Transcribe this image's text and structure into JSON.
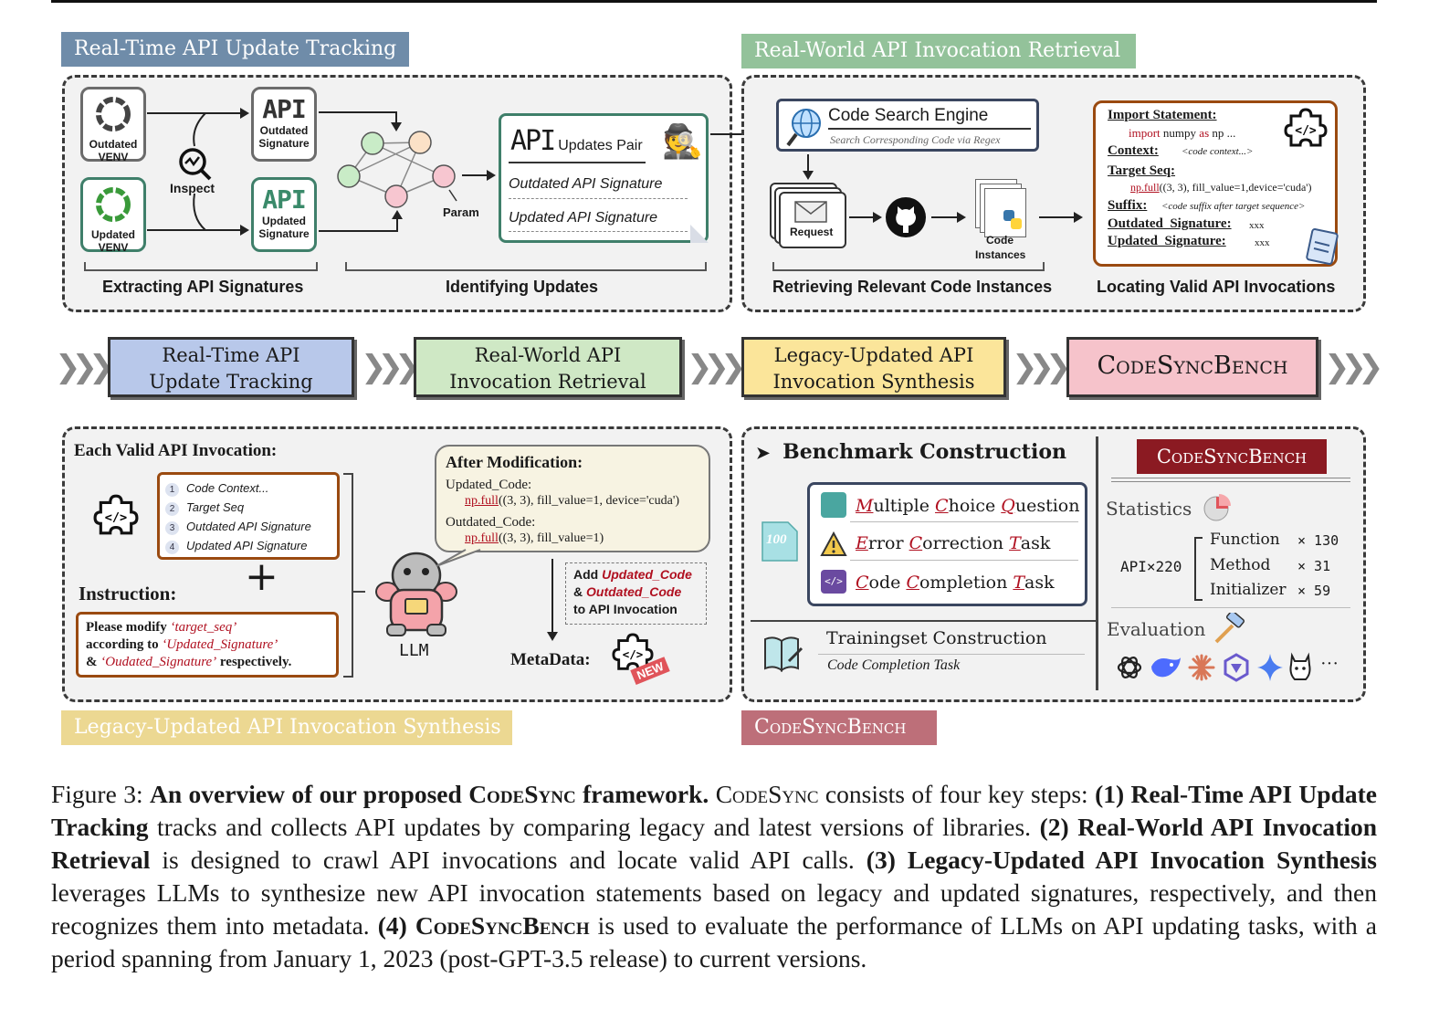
{
  "top_rule": true,
  "panels": {
    "tracking": {
      "tag": "Real-Time API Update Tracking",
      "outdated_venv": [
        "Outdated",
        "VENV"
      ],
      "updated_venv": [
        "Updated",
        "VENV"
      ],
      "inspect": "Inspect",
      "api_text": "API",
      "outdated_sig": [
        "Outdated",
        "Signature"
      ],
      "updated_sig": [
        "Updated",
        "Signature"
      ],
      "param": "Param",
      "pair_title_api": "API",
      "pair_title_rest": "Updates  Pair",
      "pair_outdated": "Outdated API Signature",
      "pair_updated": "Updated API Signature",
      "label_extract": "Extracting API Signatures",
      "label_identify": "Identifying Updates"
    },
    "retrieval": {
      "tag": "Real-World API Invocation Retrieval",
      "engine_title": "Code Search Engine",
      "engine_sub": "Search Corresponding Code via Regex",
      "request": "Request",
      "code_instances": [
        "Code",
        "Instances"
      ],
      "import_label": "Import Statement:",
      "import_kw": "import",
      "import_mod": " numpy ",
      "import_as": "as",
      "import_alias": " np ...",
      "context_label": "Context:",
      "context_val": "<code context...>",
      "target_label": "Target Seq:",
      "target_fn": "np.full",
      "target_args": "((3, 3), fill_value=1,device='cuda')",
      "suffix_label": "Suffix:",
      "suffix_val": "<code suffix after target sequence>",
      "outdated_label": "Outdated_Signature:",
      "outdated_val": "xxx",
      "updated_label": "Updated_Signature:",
      "updated_val": "xxx",
      "label_retrieve": "Retrieving Relevant Code Instances",
      "label_locate": "Locating Valid API Invocations"
    },
    "synthesis": {
      "tag": "Legacy-Updated API Invocation Synthesis",
      "each_valid": "Each Valid API Invocation:",
      "items": [
        "Code Context...",
        "Target Seq",
        "Outdated API Signature",
        "Updated API Signature"
      ],
      "item_nums": [
        "1",
        "2",
        "3",
        "4"
      ],
      "plus": "+",
      "instruction": "Instruction:",
      "instr_1a": "Please modify ",
      "instr_1b": "‘target_seq’",
      "instr_2a": "according to ",
      "instr_2b": "‘Updated_Signature’",
      "instr_3a": "& ",
      "instr_3b": "‘Oudated_Signature’",
      "instr_3c": " respectively.",
      "llm": "LLM",
      "after_mod": "After Modification:",
      "updated_code": "Updated_Code:",
      "updated_fn": "np.full",
      "updated_args": "((3, 3), fill_value=1, device='cuda')",
      "outdated_code": "Outdated_Code:",
      "outdated_fn": "np.full",
      "outdated_args": "((3, 3), fill_value=1)",
      "add_1": "Add ",
      "add_1b": "Updated_Code",
      "add_2": "& ",
      "add_2b": "Outdated_Code",
      "add_3": "to API Invocation",
      "metadata": "MetaData:",
      "new": "NEW"
    },
    "bench": {
      "tag": "CodeSyncBench",
      "construction": "Benchmark Construction",
      "tasks": [
        {
          "l1": "M",
          "r1": "ultiple ",
          "l2": "C",
          "r2": "hoice ",
          "l3": "Q",
          "r3": "uestion"
        },
        {
          "l1": "E",
          "r1": "rror ",
          "l2": "C",
          "r2": "orrection ",
          "l3": "T",
          "r3": "ask"
        },
        {
          "l1": "C",
          "r1": "ode ",
          "l2": "C",
          "r2": "ompletion ",
          "l3": "T",
          "r3": "ask"
        }
      ],
      "score": "100",
      "trainingset": "Trainingset Construction",
      "training_task": "Code Completion Task",
      "badge": "CodeSyncBench",
      "statistics": "Statistics",
      "api_total": "API×220",
      "stats": [
        {
          "name": "Function",
          "count": "× 130"
        },
        {
          "name": "Method",
          "count": "× 31"
        },
        {
          "name": "Initializer",
          "count": "× 59"
        }
      ],
      "evaluation": "Evaluation",
      "more": "···"
    }
  },
  "flow": [
    {
      "line1": "Real-Time API",
      "line2": "Update Tracking",
      "color": "#b8c8ea"
    },
    {
      "line1": "Real-World API",
      "line2": "Invocation Retrieval",
      "color": "#cfe8c5"
    },
    {
      "line1": "Legacy-Updated API",
      "line2": "Invocation Synthesis",
      "color": "#fbe59a"
    },
    {
      "line1": "CodeSyncBench",
      "line2": "",
      "color": "#f6c3cb"
    }
  ],
  "colors": {
    "tag_tracking": "#6f8ca9",
    "tag_retrieval": "#93c29a",
    "tag_synthesis": "#ecd892",
    "tag_bench": "#bd6f79",
    "badge": "#8b1a22",
    "orange_border": "#9a4a10",
    "accent_red": "#b01020"
  },
  "caption": {
    "fig": "Figure 3: ",
    "title_bold": "An overview of our proposed ",
    "title_sc": "CodeSync",
    "title_end": " framework.",
    "intro_sc": " CodeSync",
    "intro": " consists of four key steps: ",
    "s1_bold": "(1) Real-Time API Update Tracking",
    "s1": " tracks and collects API updates by comparing legacy and latest versions of libraries. ",
    "s2_bold": "(2) Real-World API Invocation Retrieval",
    "s2": " is designed to crawl API invocations and locate valid API calls. ",
    "s3_bold": "(3) Legacy-Updated API Invocation Synthesis",
    "s3": " leverages LLMs to synthesize new API invocation statements based on legacy and updated signatures, respectively, and then recognizes them into metadata. ",
    "s4_bold_a": "(4) ",
    "s4_sc": "CodeSyncBench",
    "s4": " is used to evaluate the performance of LLMs on API updating tasks, with a period spanning from January 1, 2023 (post-GPT-3.5 release) to current versions."
  }
}
